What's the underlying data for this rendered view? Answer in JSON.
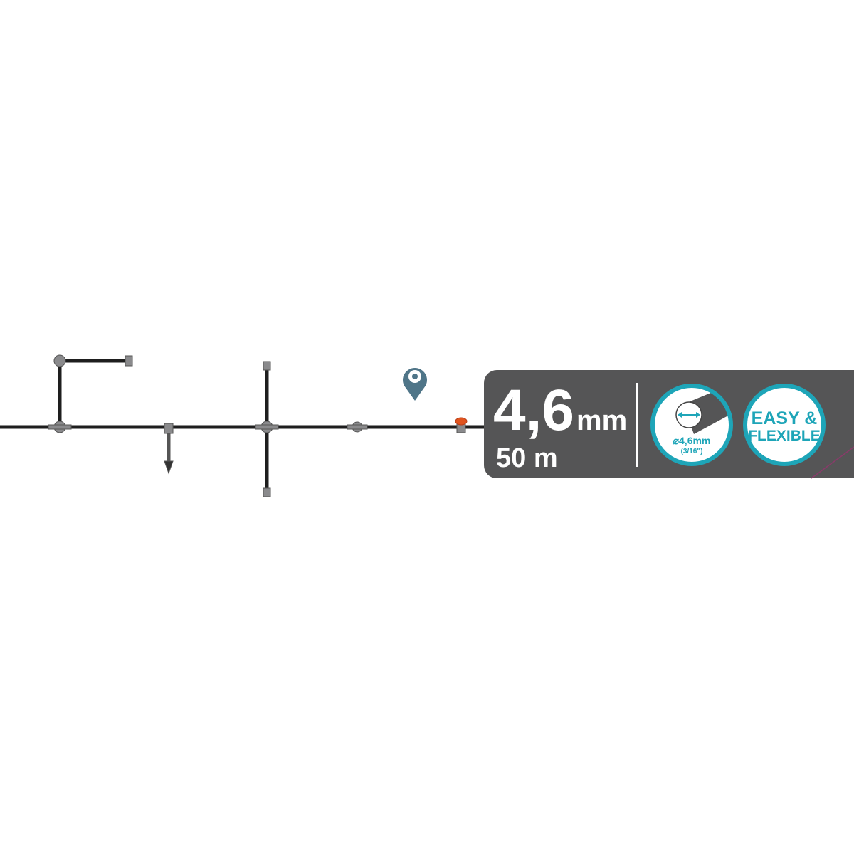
{
  "badge": {
    "diameter_value": "4,6",
    "diameter_unit": "mm",
    "length": "50 m",
    "tube_icon": {
      "label": "⌀4,6mm",
      "sublabel": "(3/16\")"
    },
    "feature": {
      "line1": "EASY &",
      "line2": "FLEXIBLE"
    }
  },
  "colors": {
    "panel": "#555556",
    "accent": "#1ea5b8",
    "pipe": "#1e1e1e",
    "fitting": "#8a8a8c",
    "pin": "#4f7588",
    "valve": "#e0541f"
  },
  "icons": [
    "location-pin-icon",
    "tube-diameter-icon"
  ]
}
